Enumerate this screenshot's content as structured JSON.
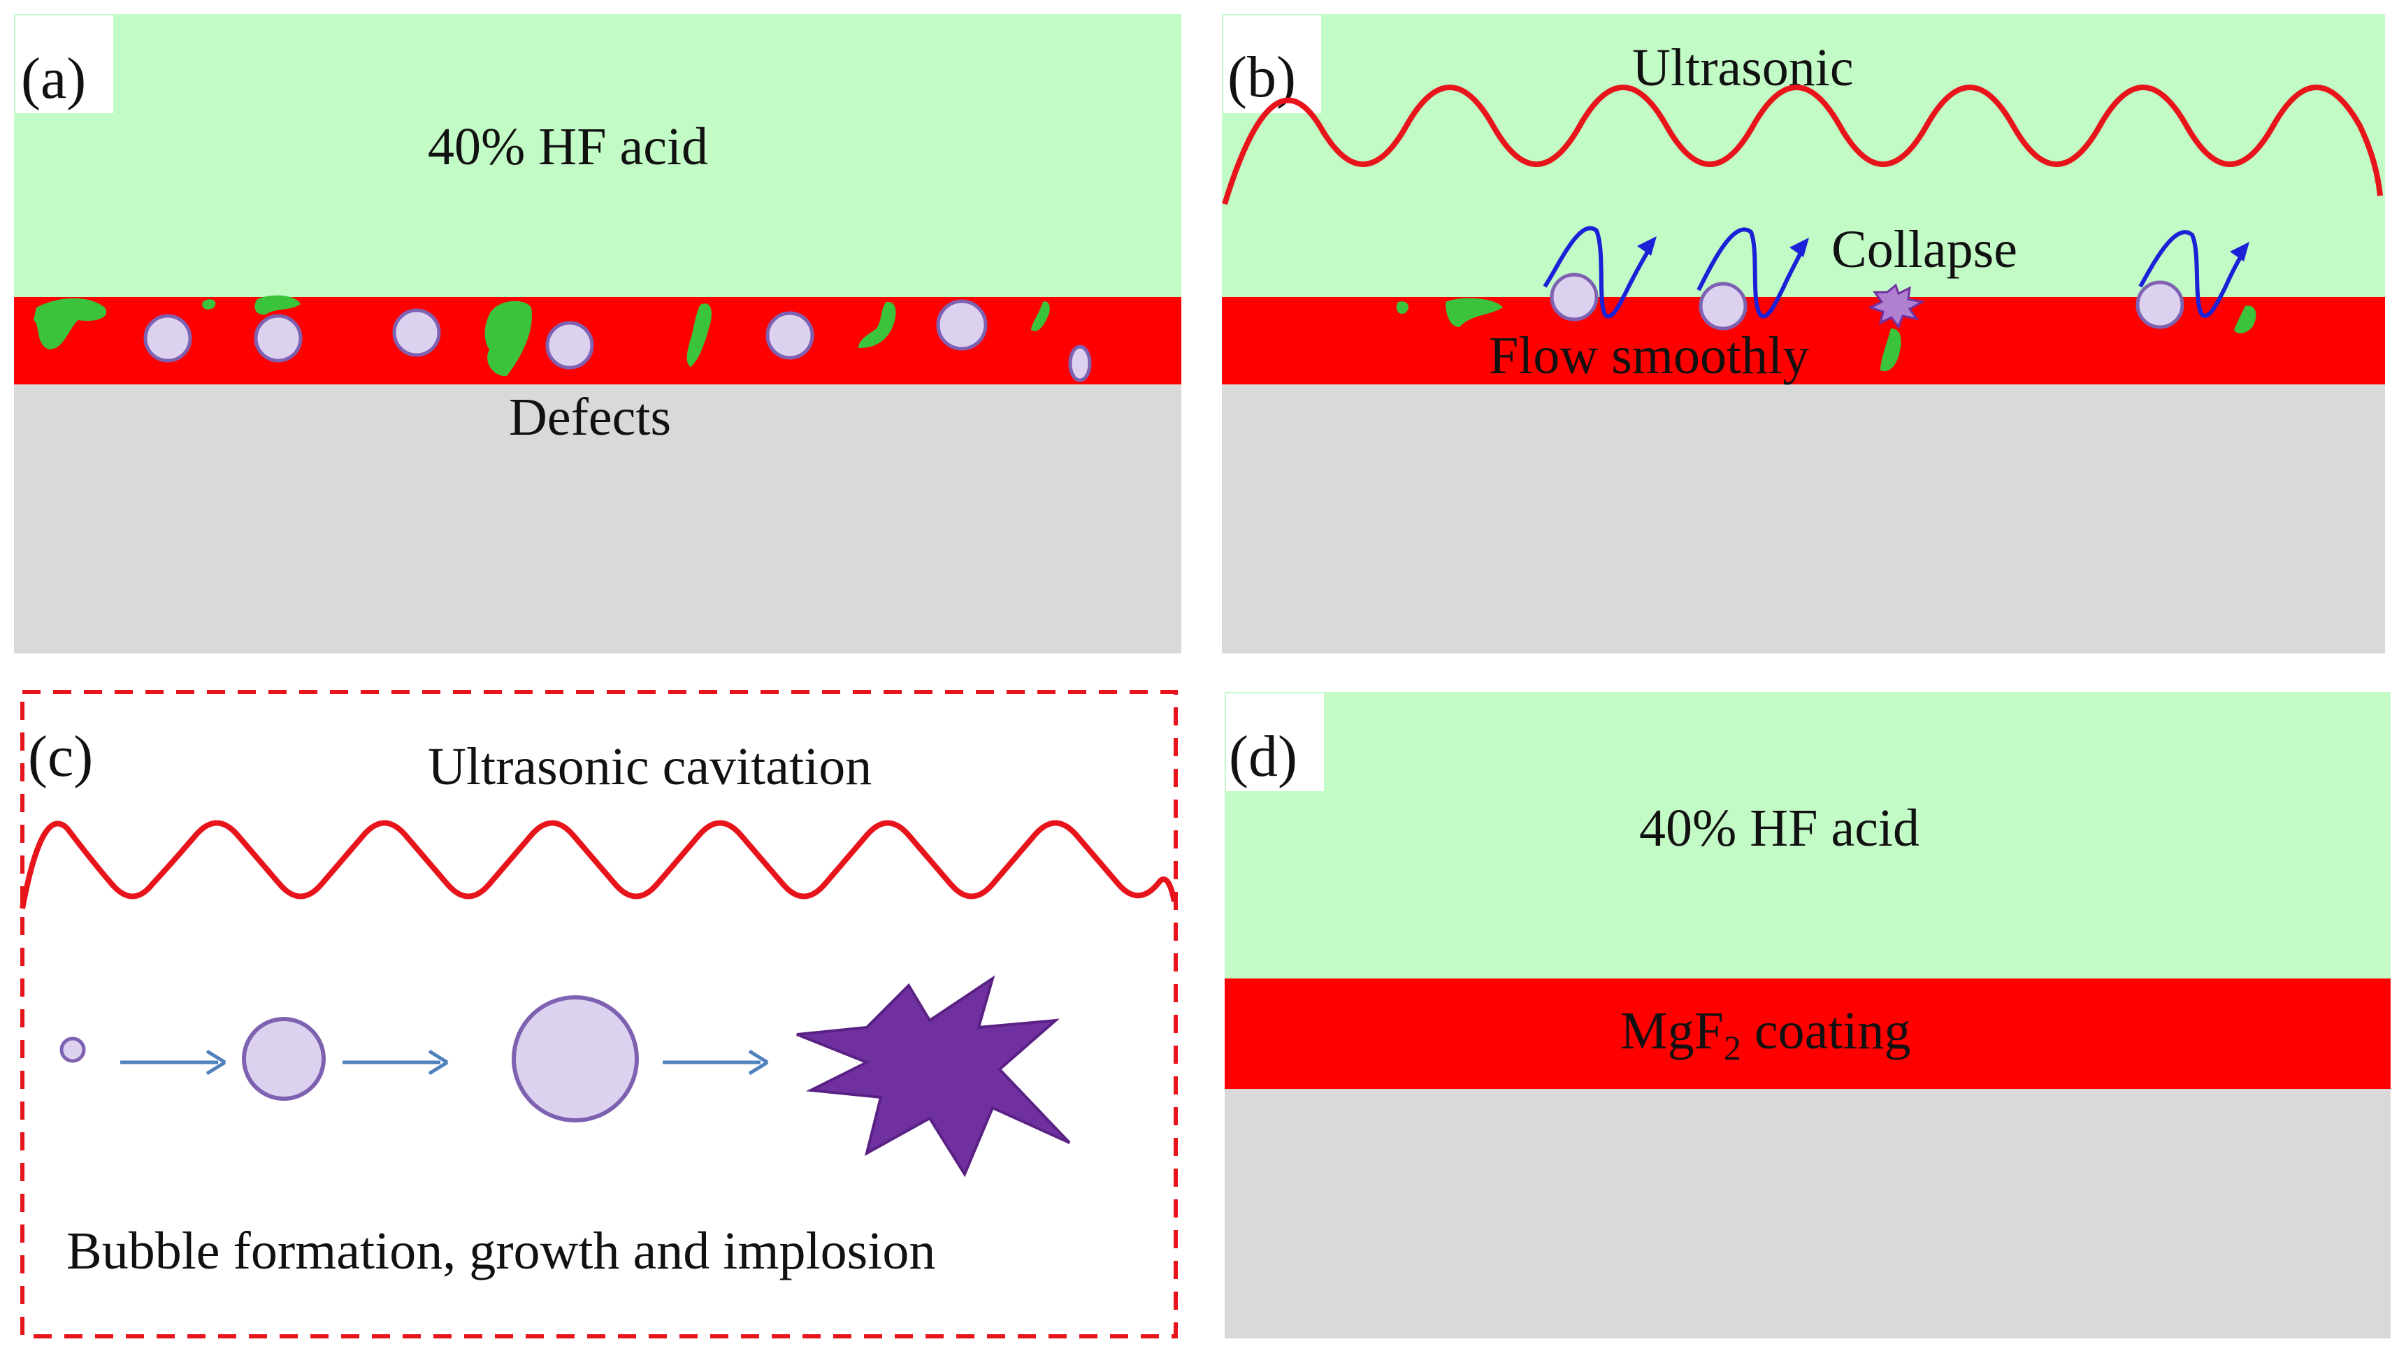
{
  "colors": {
    "acid": "#c3fbc6",
    "coating": "#ff0000",
    "substrate": "#d9d9d9",
    "wave": "#e8141b",
    "defect": "#3cc33c",
    "bubble_fill": "#dcd2f0",
    "bubble_stroke": "#7e62b1",
    "implosion": "#7030a0",
    "flow_arrow": "#1a21d6",
    "process_arrow": "#4f81bd",
    "dashed_border": "#e8141b"
  },
  "panels": {
    "a": {
      "tag": "(a)",
      "acid_label": "40% HF acid",
      "defects_label": "Defects"
    },
    "b": {
      "tag": "(b)",
      "ultrasonic_label": "Ultrasonic",
      "collapse_label": "Collapse",
      "flow_label": "Flow smoothly"
    },
    "c": {
      "tag": "(c)",
      "cavitation_label": "Ultrasonic  cavitation",
      "process_label": "Bubble formation, growth and implosion"
    },
    "d": {
      "tag": "(d)",
      "acid_label": "40% HF acid",
      "coating_label": "MgF",
      "coating_subscript": "2",
      "coating_suffix": " coating"
    }
  }
}
